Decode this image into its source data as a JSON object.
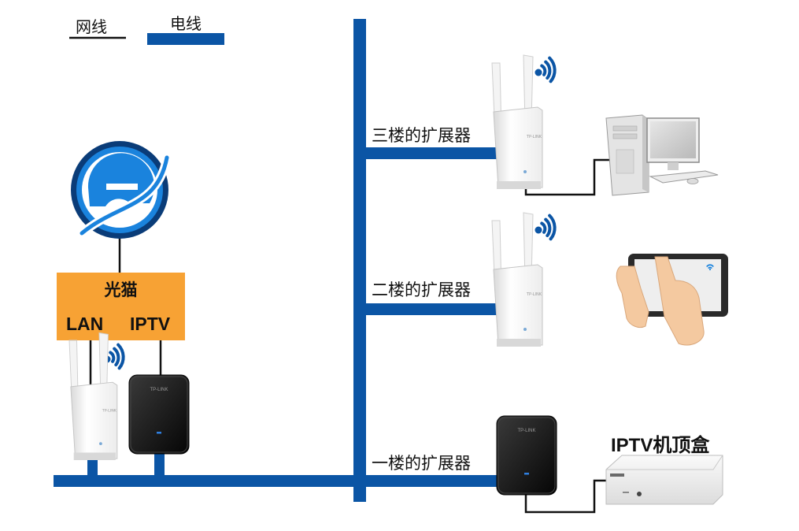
{
  "legend": {
    "network_cable_label": "网线",
    "power_line_label": "电线"
  },
  "modem": {
    "title": "光猫",
    "port_lan": "LAN",
    "port_iptv": "IPTV"
  },
  "floors": {
    "third": "三楼的扩展器",
    "second": "二楼的扩展器",
    "first": "一楼的扩展器"
  },
  "devices": {
    "set_top_box_label": "IPTV机顶盒",
    "adapter_brand": "TP-LINK"
  },
  "colors": {
    "power_line": "#0b55a5",
    "network_cable": "#111111",
    "modem_box": "#f7a234",
    "wifi": "#0b55a5",
    "internet_icon": "#0d5fb5"
  },
  "icons": [
    "internet-explorer-icon",
    "wifi-icon",
    "desktop-computer-icon",
    "tablet-icon",
    "hands-icon",
    "set-top-box-icon",
    "powerline-adapter-icon",
    "range-extender-icon"
  ]
}
